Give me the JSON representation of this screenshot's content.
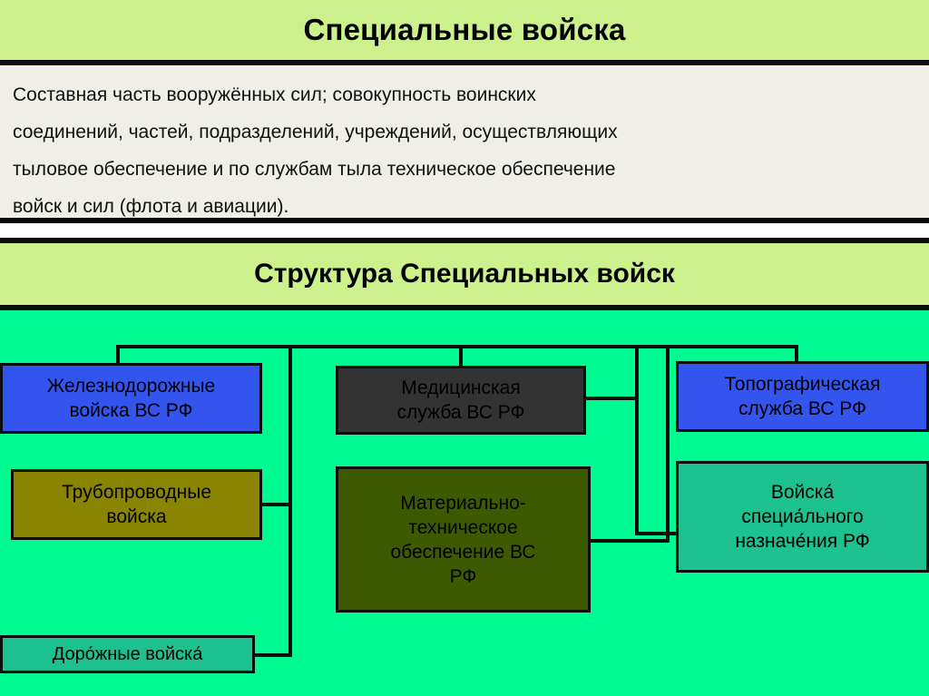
{
  "header": {
    "title": "Специальные войска"
  },
  "description": {
    "lines": [
      "Составная часть вооружённых сил; совокупность воинских",
      "соединений, частей, подразделений, учреждений, осуществляющих",
      "тыловое обеспечение и по службам тыла техническое обеспечение",
      "войск и сил (флота и авиации)."
    ]
  },
  "section": {
    "title": "Структура Специальных войск"
  },
  "diagram": {
    "nodes": [
      {
        "id": "railway-troops",
        "label_lines": [
          "Железнодорожные",
          "войска ВС РФ"
        ],
        "color": "#3355ee"
      },
      {
        "id": "pipeline-troops",
        "label_lines": [
          "Трубопроводные",
          "войска"
        ],
        "color": "#8a8400"
      },
      {
        "id": "road-troops",
        "label_lines": [
          "Доро́жные войска́"
        ],
        "color": "#1cc18f"
      },
      {
        "id": "medical-service",
        "label_lines": [
          "Медицинская",
          "служба ВС РФ"
        ],
        "color": "#333333"
      },
      {
        "id": "material-technical-support",
        "label_lines": [
          "Материально-",
          "техническое",
          "обеспечение ВС",
          "РФ"
        ],
        "color": "#3e5a00"
      },
      {
        "id": "topographic-service",
        "label_lines": [
          "Топографическая",
          "служба ВС РФ"
        ],
        "color": "#3355ee"
      },
      {
        "id": "special-forces",
        "label_lines": [
          "Войска́",
          "специа́льного",
          "назначе́ния РФ"
        ],
        "color": "#1cc18f"
      }
    ]
  },
  "colors": {
    "banner_green": "#cbf08c",
    "panel_beige": "#efeee7",
    "diagram_background": "#00fa92",
    "line_black": "#0d0d0d",
    "blue": "#3355ee",
    "olive": "#8a8400",
    "teal": "#1cc18f",
    "dark_gray": "#333333",
    "dark_olive_green": "#3e5a00"
  }
}
